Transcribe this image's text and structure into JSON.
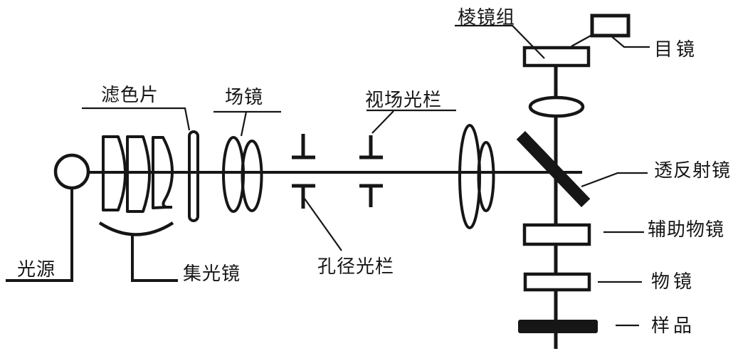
{
  "colors": {
    "ink": "#161616",
    "background": "#ffffff"
  },
  "labels": {
    "light_source": "光源",
    "condenser": "集光镜",
    "color_filter": "滤色片",
    "field_lens": "场镜",
    "aperture_stop": "孔径光栏",
    "field_stop": "视场光栏",
    "prism_group": "棱镜组",
    "eyepiece": "目镜",
    "beam_splitter": "透反射镜",
    "auxiliary_objective": "辅助物镜",
    "objective": "物镜",
    "sample": "样品"
  }
}
